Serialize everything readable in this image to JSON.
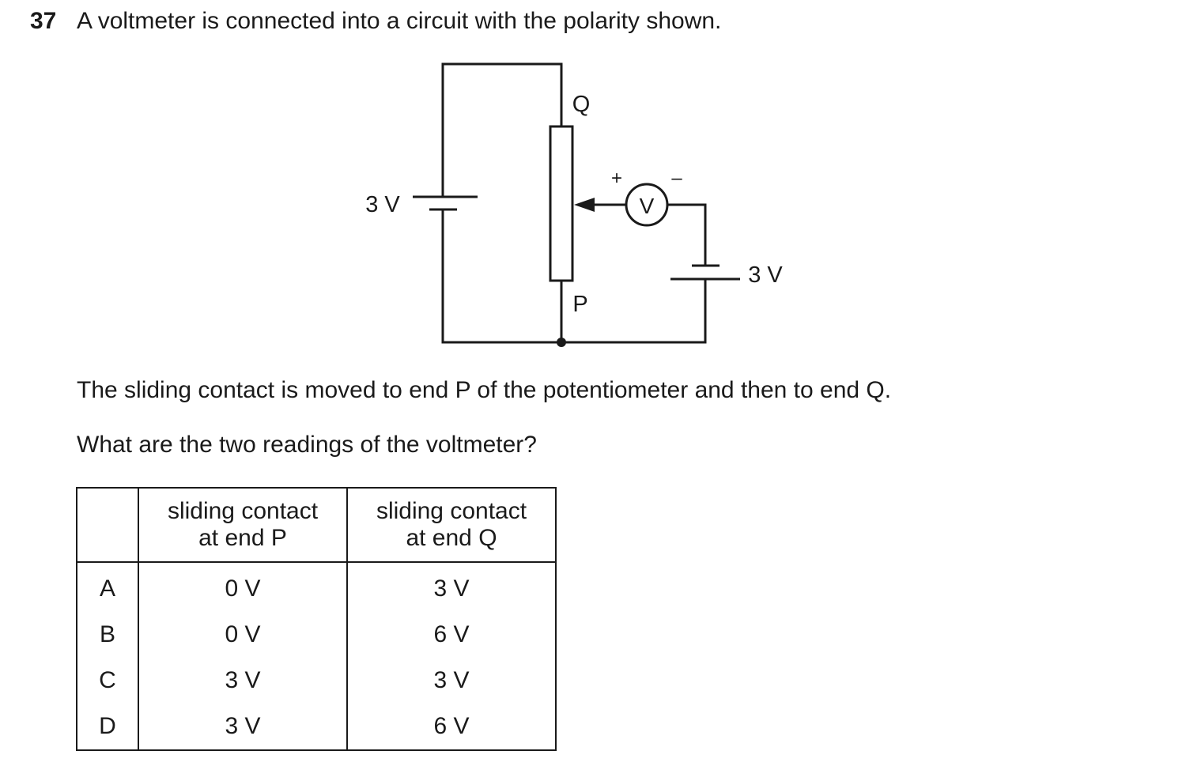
{
  "question": {
    "number": "37",
    "stem": "A voltmeter is connected into a circuit with the polarity shown."
  },
  "circuit": {
    "label_Q": "Q",
    "label_P": "P",
    "left_cell_label": "3 V",
    "right_cell_label": "3 V",
    "voltmeter_symbol": "V",
    "plus_sign": "+",
    "minus_sign": "–"
  },
  "paragraphs": {
    "p1": "The sliding contact is moved to end P of the potentiometer and then to end Q.",
    "p2": "What are the two readings of the voltmeter?"
  },
  "table": {
    "header_p_line1": "sliding contact",
    "header_p_line2": "at end P",
    "header_q_line1": "sliding contact",
    "header_q_line2": "at end Q",
    "rows": [
      {
        "letter": "A",
        "p": "0 V",
        "q": "3 V"
      },
      {
        "letter": "B",
        "p": "0 V",
        "q": "6 V"
      },
      {
        "letter": "C",
        "p": "3 V",
        "q": "3 V"
      },
      {
        "letter": "D",
        "p": "3 V",
        "q": "6 V"
      }
    ]
  }
}
